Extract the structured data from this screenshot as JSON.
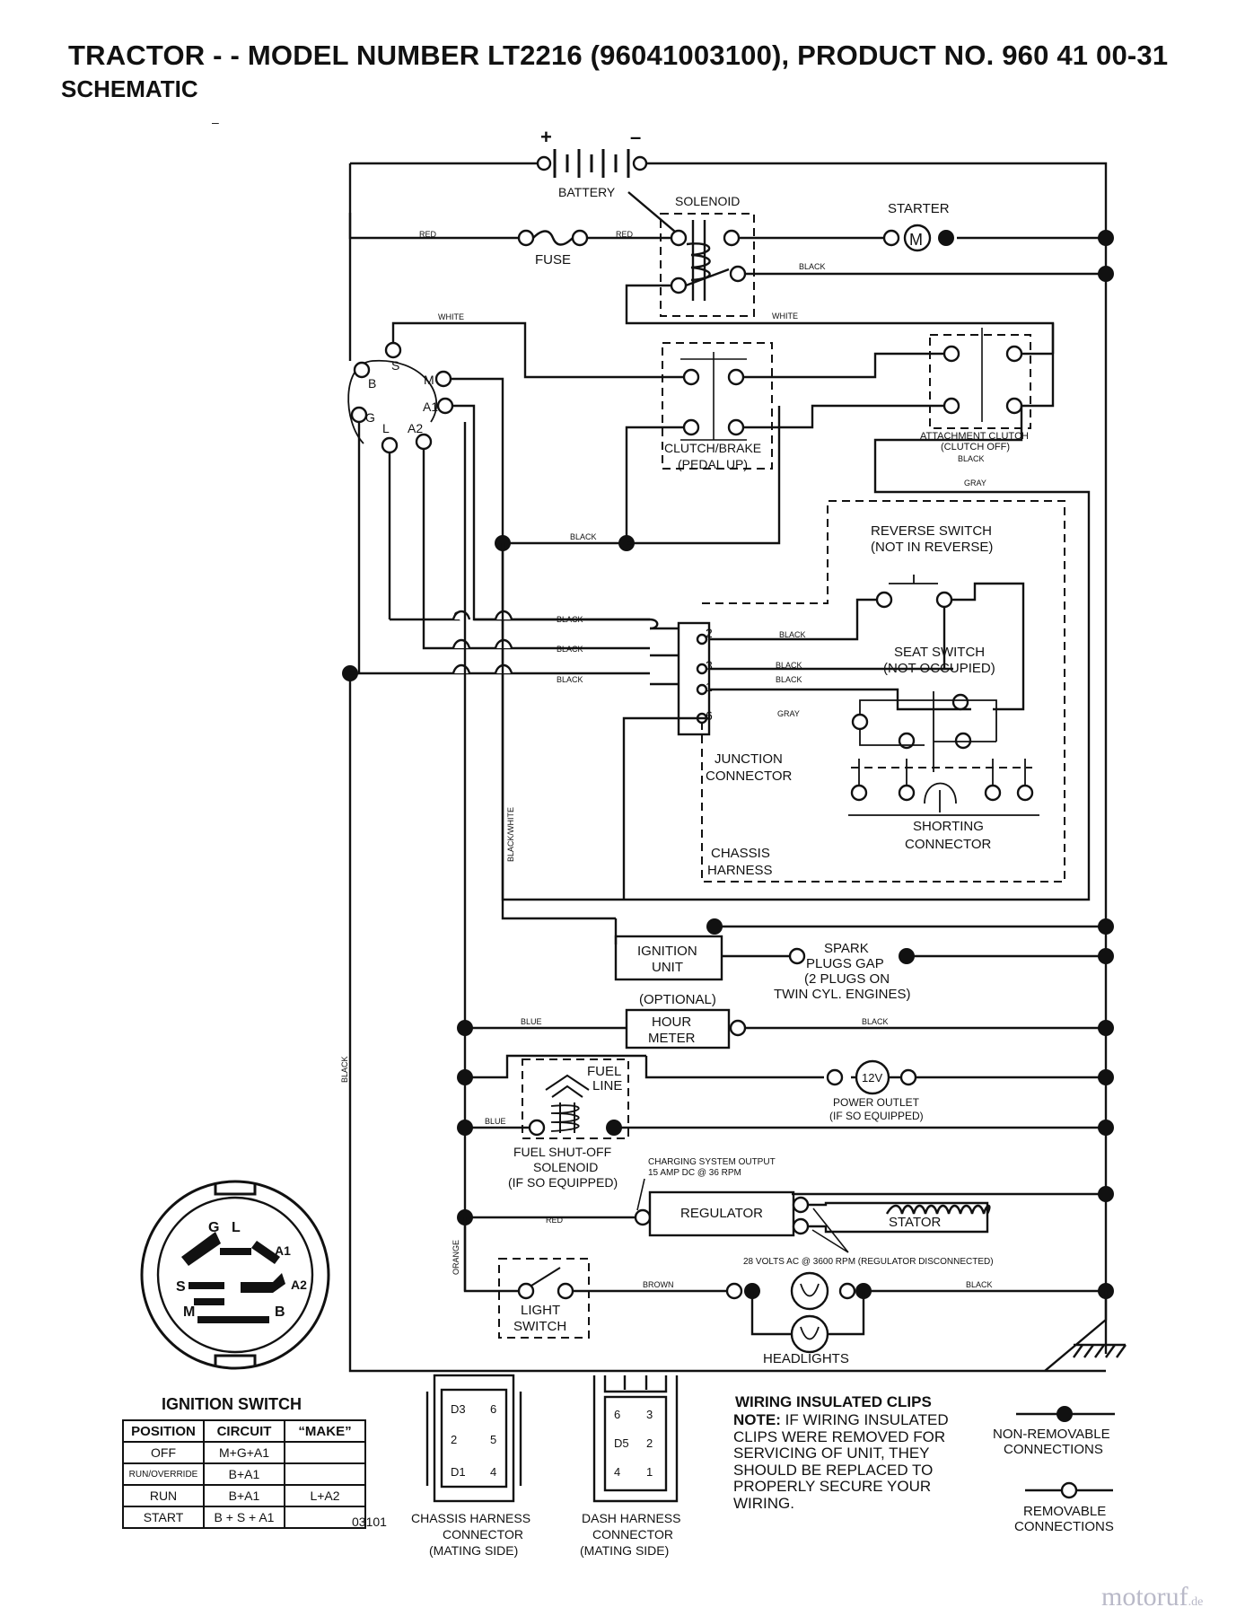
{
  "header": {
    "title": "TRACTOR - - MODEL NUMBER LT2216 (96041003100), PRODUCT NO. 960 41 00-31",
    "subtitle": "SCHEMATIC",
    "mark": "–"
  },
  "components": {
    "battery": "BATTERY",
    "battery_plus": "+",
    "battery_minus": "–",
    "solenoid": "SOLENOID",
    "starter": "STARTER",
    "starter_m": "M",
    "fuse": "FUSE",
    "clutch_brake": [
      "CLUTCH/BRAKE",
      "(PEDAL UP)"
    ],
    "attachment_clutch": [
      "ATTACHMENT CLUTCH",
      "(CLUTCH OFF)"
    ],
    "reverse_switch": [
      "REVERSE SWITCH",
      "(NOT IN REVERSE)"
    ],
    "seat_switch": [
      "SEAT SWITCH",
      "(NOT OCCUPIED)"
    ],
    "junction_connector": [
      "JUNCTION",
      "CONNECTOR"
    ],
    "chassis_harness": [
      "CHASSIS",
      "HARNESS"
    ],
    "shorting_connector": [
      "SHORTING",
      "CONNECTOR"
    ],
    "ignition_unit": [
      "IGNITION",
      "UNIT"
    ],
    "spark_plugs": [
      "SPARK",
      "PLUGS GAP",
      "(2 PLUGS ON",
      "TWIN CYL. ENGINES)"
    ],
    "hour_meter_optional": "(OPTIONAL)",
    "hour_meter": [
      "HOUR",
      "METER"
    ],
    "fuel_line": [
      "FUEL",
      "LINE"
    ],
    "power_outlet_v": "12V",
    "power_outlet": [
      "POWER OUTLET",
      "(IF SO EQUIPPED)"
    ],
    "fuel_solenoid": [
      "FUEL SHUT-OFF",
      "SOLENOID",
      "(IF SO EQUIPPED)"
    ],
    "charging_output": [
      "CHARGING SYSTEM OUTPUT",
      "15 AMP DC @ 36 RPM"
    ],
    "regulator": "REGULATOR",
    "stator": "STATOR",
    "stator_note": "28 VOLTS AC @ 3600 RPM (REGULATOR DISCONNECTED)",
    "light_switch": [
      "LIGHT",
      "SWITCH"
    ],
    "headlights": "HEADLIGHTS"
  },
  "ignition_terminals": [
    "S",
    "B",
    "M",
    "A1",
    "G",
    "L",
    "A2"
  ],
  "junction_pins": [
    "2",
    "3",
    "1",
    "6"
  ],
  "wires": {
    "red": "RED",
    "black": "BLACK",
    "white": "WHITE",
    "gray": "GRAY",
    "blue": "BLUE",
    "orange": "ORANGE",
    "brown": "BROWN",
    "black_white": "BLACK/WHITE"
  },
  "ignition_switch": {
    "title": "IGNITION SWITCH",
    "face_labels": [
      "G",
      "L",
      "A1",
      "S",
      "A2",
      "M",
      "B"
    ],
    "columns": [
      "POSITION",
      "CIRCUIT",
      "“MAKE”"
    ],
    "rows": [
      {
        "position": "OFF",
        "circuit": "M+G+A1",
        "make": ""
      },
      {
        "position": "RUN/OVERRIDE",
        "circuit": "B+A1",
        "make": ""
      },
      {
        "position": "RUN",
        "circuit": "B+A1",
        "make": "L+A2"
      },
      {
        "position": "START",
        "circuit": "B + S + A1",
        "make": ""
      }
    ],
    "code": "03101"
  },
  "connectors": {
    "chassis": [
      "CHASSIS HARNESS",
      "CONNECTOR",
      "(MATING SIDE)"
    ],
    "chassis_pins": [
      "D3",
      "6",
      "2",
      "5",
      "D1",
      "4"
    ],
    "dash": [
      "DASH HARNESS",
      "CONNECTOR",
      "(MATING SIDE)"
    ],
    "dash_pins": [
      "6",
      "3",
      "D5",
      "2",
      "4",
      "1"
    ]
  },
  "notes": {
    "clips_title": "WIRING INSULATED CLIPS",
    "clips_note_label": "NOTE:",
    "clips_note_text": "IF WIRING INSULATED CLIPS WERE REMOVED FOR SERVICING OF UNIT, THEY SHOULD BE REPLACED TO PROPERLY SECURE YOUR WIRING."
  },
  "legend": {
    "non_removable": [
      "NON-REMOVABLE",
      "CONNECTIONS"
    ],
    "removable": [
      "REMOVABLE",
      "CONNECTIONS"
    ]
  },
  "watermark": {
    "brand": "motoruf",
    "suffix": ".de"
  }
}
